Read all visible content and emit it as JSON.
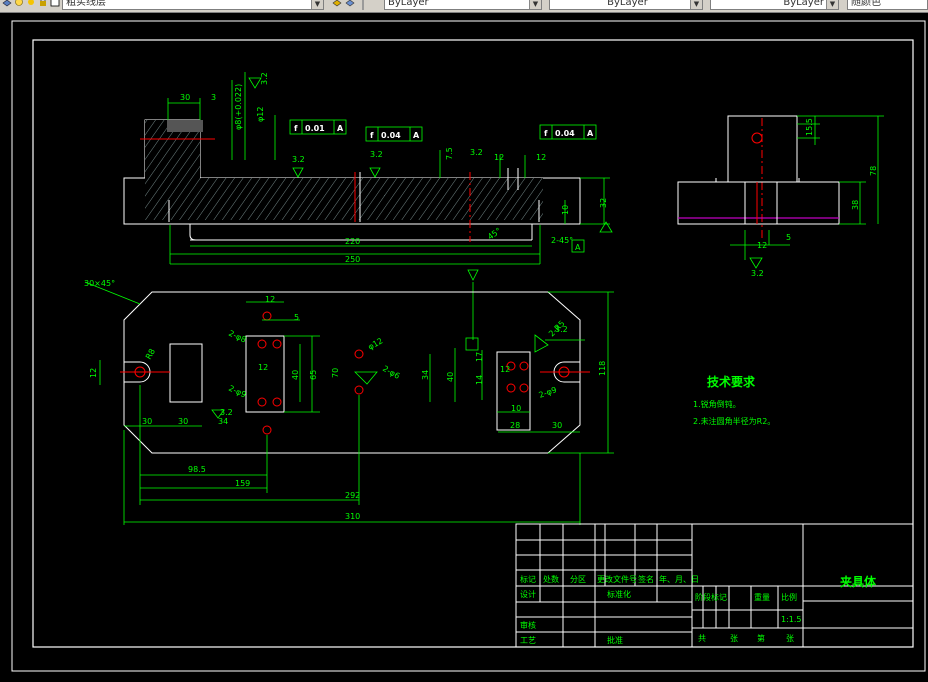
{
  "toolbar": {
    "layer_name": "粗实线层",
    "color_value": "ByLayer",
    "linetype_value": "ByLayer",
    "lineweight_value": "ByLayer",
    "plotstyle_value": "随颜色"
  },
  "drawing": {
    "front_view": {
      "dims": [
        "30",
        "3",
        "3.2",
        "φ8(+0.022)",
        "φ12",
        "3.2",
        "3.2",
        "7.5",
        "3.2",
        "12",
        "12",
        "220",
        "250",
        "32",
        "10",
        "2-45°",
        "45°"
      ],
      "tolerances": [
        {
          "symbol": "f",
          "value": "0.01",
          "datum": "A"
        },
        {
          "symbol": "f",
          "value": "0.04",
          "datum": "A"
        },
        {
          "symbol": "f",
          "value": "0.04",
          "datum": "A"
        }
      ],
      "datum_label": "A"
    },
    "side_view": {
      "dims": [
        "15.5",
        "78",
        "38",
        "12",
        "5",
        "3.2"
      ]
    },
    "top_view": {
      "dims": [
        "30×45°",
        "12",
        "R8",
        "12",
        "5",
        "2-φ8",
        "2-φ9",
        "12",
        "40",
        "65",
        "70",
        "φ12",
        "2-φ6",
        "34",
        "2-R5",
        "40",
        "14",
        "17",
        "10",
        "2-φ9",
        "12",
        "28",
        "30",
        "30",
        "30",
        "34",
        "3.2",
        "3.2",
        "118",
        "98.5",
        "159",
        "292",
        "310"
      ]
    },
    "tech_requirements": {
      "title": "技术要求",
      "items": [
        "1.锐角倒钝。",
        "2.未注圆角半径为R2。"
      ]
    },
    "title_block": {
      "part_name": "夹具体",
      "scale_label": "比例",
      "scale": "1:1.5",
      "weight_label": "重量",
      "stage_label": "阶段标记",
      "row_labels": [
        "标记",
        "处数",
        "分区",
        "更改文件号",
        "签名",
        "年、月、日"
      ],
      "design": "设计",
      "standardize": "标准化",
      "review": "审核",
      "process": "工艺",
      "approve": "批准",
      "sheets": [
        "共",
        "张",
        "第",
        "张"
      ]
    }
  }
}
